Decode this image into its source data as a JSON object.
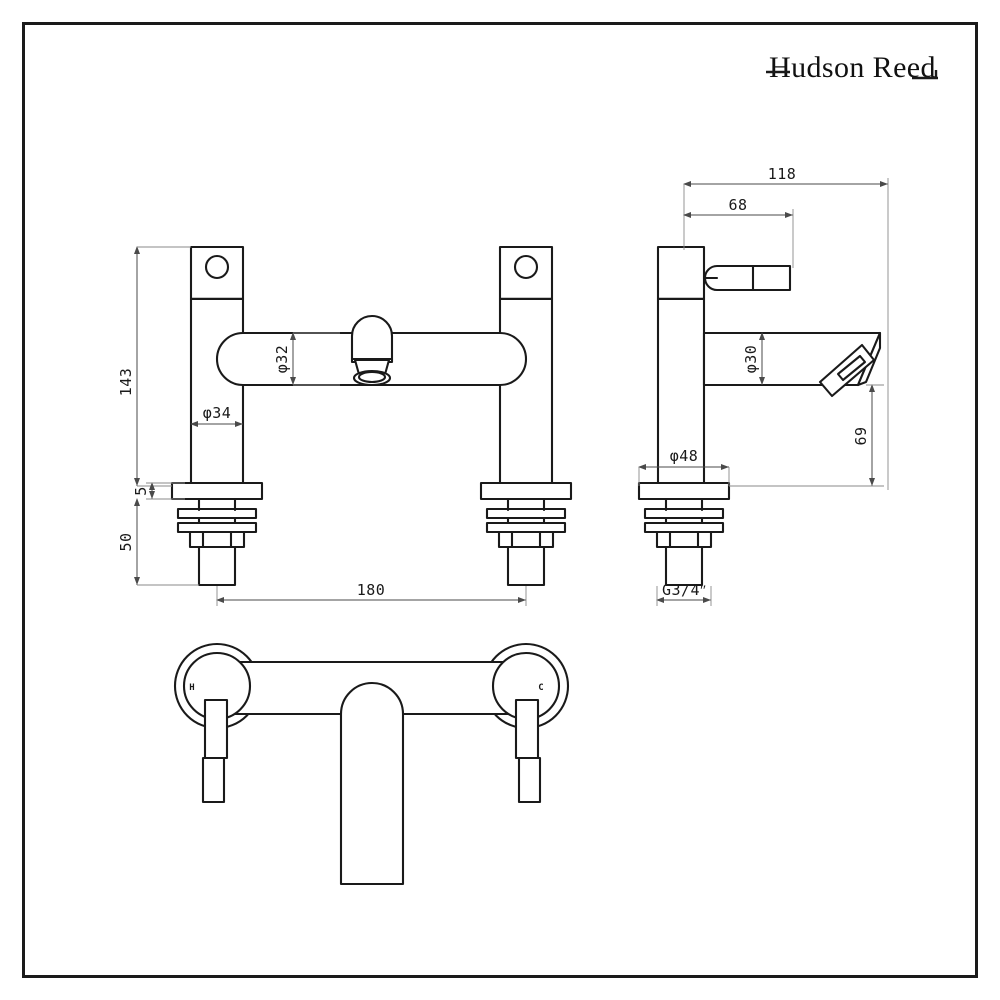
{
  "sheet": {
    "brand": "Hudson Reed",
    "background_color": "#ffffff",
    "line_color": "#1a1a1a",
    "dimension_color": "#4a4a4a",
    "border": "true"
  },
  "views": {
    "front": {
      "name": "front-elevation",
      "title": "Front elevation - bath filler tap"
    },
    "side": {
      "name": "side-elevation",
      "title": "Side elevation - bath filler tap"
    },
    "plan": {
      "name": "plan-view",
      "title": "Plan view - bath filler tap"
    }
  },
  "dimensions": {
    "front": [
      {
        "id": "height-143",
        "label": "143",
        "orientation": "vertical",
        "units": "mm"
      },
      {
        "id": "body-dia-34",
        "label": "φ34",
        "orientation": "horizontal",
        "units": "mm"
      },
      {
        "id": "spout-dia-32",
        "label": "φ32",
        "orientation": "vertical",
        "units": "mm"
      },
      {
        "id": "flange-5",
        "label": "5",
        "orientation": "vertical",
        "units": "mm"
      },
      {
        "id": "tail-50",
        "label": "50",
        "orientation": "vertical",
        "units": "mm"
      },
      {
        "id": "centres-180",
        "label": "180",
        "orientation": "horizontal",
        "units": "mm"
      }
    ],
    "side": [
      {
        "id": "reach-118",
        "label": "118",
        "orientation": "horizontal",
        "units": "mm"
      },
      {
        "id": "lever-68",
        "label": "68",
        "orientation": "horizontal",
        "units": "mm"
      },
      {
        "id": "spout-dia-30",
        "label": "φ30",
        "orientation": "vertical",
        "units": "mm"
      },
      {
        "id": "base-dia-48",
        "label": "φ48",
        "orientation": "horizontal",
        "units": "mm"
      },
      {
        "id": "spout-height-69",
        "label": "69",
        "orientation": "vertical",
        "units": "mm"
      },
      {
        "id": "thread-size",
        "label": "G3/4ʺ",
        "orientation": "horizontal",
        "units": ""
      }
    ]
  },
  "plan_labels": {
    "hot": "H",
    "cold": "C"
  }
}
